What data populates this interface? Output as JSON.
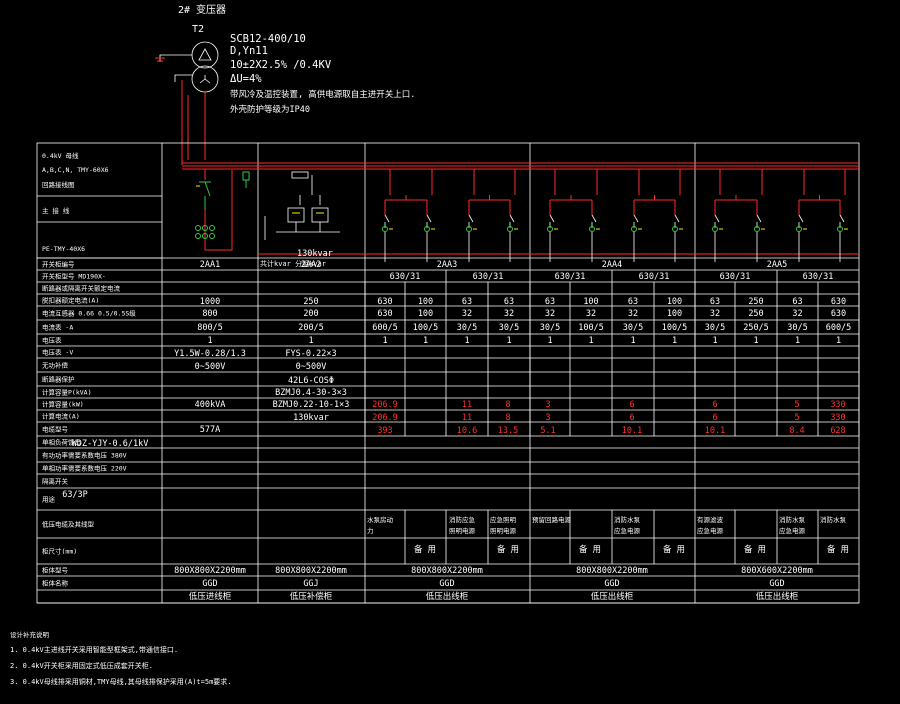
{
  "transformer": {
    "title": "2# 变压器",
    "id": "T2",
    "model": "SCB12-400/10",
    "vector": "D,Yn11",
    "voltage": "10±2X2.5% /0.4KV",
    "impedance": "ΔU=4%",
    "note1": "带风冷及温控装置, 高供电源取自主进开关上口.",
    "note2": "外壳防护等级为IP40"
  },
  "header_labels": {
    "busbar": "0.4kV 母线",
    "busbar_spec": "A,B,C,N, TMY-60X6",
    "wiring": "回路接线图",
    "main_wiring": "主 接 线",
    "pe_spec": "PE-TMY-40X6"
  },
  "capacitor": {
    "box": "[==]",
    "rating": "130kvar",
    "detail": "共计kvar 分组kvar"
  },
  "panels": [
    {
      "name": "2AA1",
      "sub": []
    },
    {
      "name": "2AA2",
      "sub": []
    },
    {
      "name": "2AA3",
      "sub": [
        "630/31",
        "630/31"
      ]
    },
    {
      "name": "2AA4",
      "sub": [
        "630/31",
        "630/31"
      ]
    },
    {
      "name": "2AA5",
      "sub": [
        "630/31",
        "630/31"
      ]
    }
  ],
  "row_labels": [
    "开关柜编号",
    "开关柜型号 MD190X-",
    "断路器或隔离开关额定电流",
    "脱扣器额定电流(A)",
    "电流互感器 0.66 0.5/0.5S级",
    "电流表 -A",
    "电压表",
    "电压表 -V",
    "无功补偿",
    "断路器保护",
    "计算容量P(kVA)",
    "计算容量(kW)",
    "计算电流(A)",
    "电缆型号",
    "单相负荷馈出",
    "有功功率需要系数电压 380V",
    "单相功率需要系数电压 220V",
    "隔离开关",
    "用途",
    "低压电缆及其线型",
    "柜尺寸(mm)",
    "柜体型号",
    "柜体名称"
  ],
  "rows": {
    "r_rated": [
      "1000",
      "250",
      "630",
      "100",
      "63",
      "63",
      "63",
      "100",
      "63",
      "100",
      "63",
      "250",
      "63",
      "630"
    ],
    "r_trip": [
      "800",
      "200",
      "630",
      "100",
      "32",
      "32",
      "32",
      "32",
      "32",
      "100",
      "32",
      "250",
      "32",
      "630"
    ],
    "r_ct": [
      "800/5",
      "200/5",
      "600/5",
      "100/5",
      "30/5",
      "30/5",
      "30/5",
      "100/5",
      "30/5",
      "100/5",
      "30/5",
      "250/5",
      "30/5",
      "600/5"
    ],
    "r_amm": [
      "1",
      "1",
      "1",
      "1",
      "1",
      "1",
      "1",
      "1",
      "1",
      "1",
      "1",
      "1",
      "1",
      "1"
    ],
    "arrester": [
      "Y1.5W-0.28/1.3",
      "FYS-0.22×3"
    ],
    "voltmeter": [
      "0~500V",
      "0~500V"
    ],
    "cap_item1": "42L6-COSΦ",
    "cap_item2": "BZMJ0.4-30-3×3",
    "cap_item3": "BZMJ0.22-10-1×3",
    "cap_kvar": "130kvar",
    "kva": "400kVA",
    "ia": "577A",
    "cable": "WDZ-YJY-0.6/1kV",
    "isolator": "63/3P",
    "kw_red": [
      "206.9",
      "11",
      "8",
      "3",
      "6",
      "6",
      "5",
      "330"
    ],
    "kw2_red": [
      "206.9",
      "11",
      "8",
      "3",
      "6",
      "6",
      "5",
      "330"
    ],
    "ia_red": [
      "393",
      "10.6",
      "13.5",
      "5.1",
      "10.1",
      "10.1",
      "8.4",
      "628"
    ],
    "usage": [
      "水泵房动\n力",
      "消防应急\n照明电源",
      "应急照明\n照明电源",
      "预留回路电源",
      "消防水泵\n应急电源",
      "有源滤波\n应急电源",
      "消防水泵\n应急电源",
      "消防水泵"
    ],
    "spare": [
      "备 用",
      "备 用",
      "备 用",
      "备 用",
      "备 用",
      "备 用"
    ],
    "size": [
      "800X800X2200mm",
      "800X800X2200mm",
      "800X800X2200mm",
      "800X800X2200mm",
      "800X600X2200mm"
    ],
    "cabinet_type": [
      "GGD",
      "GGJ",
      "GGD",
      "GGD",
      "GGD"
    ],
    "cabinet_name": [
      "低压进线柜",
      "低压补偿柜",
      "低压出线柜",
      "低压出线柜",
      "低压出线柜"
    ]
  },
  "notes": {
    "title": "设计补充说明",
    "n1": "1. 0.4kV主进线开关采用智能型框架式,带通信接口.",
    "n2": "2. 0.4kV开关柜采用固定式低压成套开关柜.",
    "n3": "3. 0.4kV母线排采用铜材,TMY母线,其母线排保护采用(A)t=5m要求."
  },
  "colors": {
    "line": "#ffffff",
    "bus": "#ff2a2a",
    "device": "#2ecc40",
    "meter": "#ffe600",
    "calc": "#ff3030"
  }
}
